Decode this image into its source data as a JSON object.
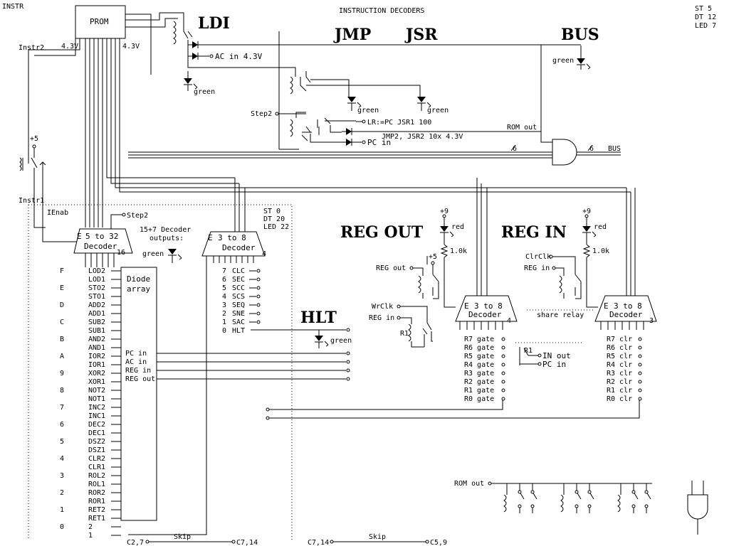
{
  "header": {
    "corner_label": "INSTR",
    "title": "INSTRUCTION DECODERS",
    "counts": [
      "ST   5",
      "DT  12",
      "LED  7"
    ]
  },
  "section_labels": {
    "ldi": "LDI",
    "jmp": "JMP",
    "jsr": "JSR",
    "bus": "BUS",
    "reg_out": "REG OUT",
    "reg_in": "REG IN",
    "hlt": "HLT"
  },
  "prom": {
    "label": "PROM",
    "voltage_left": "4.3V",
    "voltage_right": "4.3V"
  },
  "signals": {
    "instr2": "Instr2",
    "instr1": "Instr1",
    "plus5": "+5",
    "step2": "Step2",
    "ienab": "IEnab",
    "ac_in": "AC in  4.3V",
    "lr_pc": "LR:=PC  JSR1  100",
    "pc_in": "PC in",
    "rom_out": "ROM out",
    "jmp2_jsr2": "JMP2, JSR2  10x  4.3V",
    "bus_width_a": "6",
    "bus_width_b": "6",
    "bus_out": "BUS"
  },
  "leds": {
    "ldi": "green",
    "jmp": "green",
    "jsr": "green",
    "bus": "green",
    "decoder": "green",
    "hlt": "green",
    "reg_out": "red",
    "reg_in": "red"
  },
  "decoder_5to32": {
    "name": "5 to 32",
    "sub": "Decoder",
    "enable": "E",
    "pin": "16",
    "note_line1": "15+7 Decoder",
    "note_line2": "outputs:",
    "diode_array_line1": "Diode",
    "diode_array_line2": "array",
    "outputs": [
      {
        "hex": "F",
        "label": "LOD2"
      },
      {
        "hex": "",
        "label": "LOD1"
      },
      {
        "hex": "E",
        "label": "STO2"
      },
      {
        "hex": "",
        "label": "STO1"
      },
      {
        "hex": "D",
        "label": "ADD2"
      },
      {
        "hex": "",
        "label": "ADD1"
      },
      {
        "hex": "C",
        "label": "SUB2"
      },
      {
        "hex": "",
        "label": "SUB1"
      },
      {
        "hex": "B",
        "label": "AND2"
      },
      {
        "hex": "",
        "label": "AND1"
      },
      {
        "hex": "A",
        "label": "IOR2"
      },
      {
        "hex": "",
        "label": "IOR1"
      },
      {
        "hex": "9",
        "label": "XOR2"
      },
      {
        "hex": "",
        "label": "XOR1"
      },
      {
        "hex": "8",
        "label": "NOT2"
      },
      {
        "hex": "",
        "label": "NOT1"
      },
      {
        "hex": "7",
        "label": "INC2"
      },
      {
        "hex": "",
        "label": "INC1"
      },
      {
        "hex": "6",
        "label": "DEC2"
      },
      {
        "hex": "",
        "label": "DEC1"
      },
      {
        "hex": "5",
        "label": "DSZ2"
      },
      {
        "hex": "",
        "label": "DSZ1"
      },
      {
        "hex": "4",
        "label": "CLR2"
      },
      {
        "hex": "",
        "label": "CLR1"
      },
      {
        "hex": "3",
        "label": "ROL2"
      },
      {
        "hex": "",
        "label": "ROL1"
      },
      {
        "hex": "2",
        "label": "ROR2"
      },
      {
        "hex": "",
        "label": "ROR1"
      },
      {
        "hex": "1",
        "label": "RET2"
      },
      {
        "hex": "",
        "label": "RET1"
      },
      {
        "hex": "0",
        "label": "2"
      },
      {
        "hex": "",
        "label": "1"
      }
    ],
    "array_outputs": [
      "PC in",
      "AC in",
      "REG in",
      "REG out"
    ]
  },
  "decoder_3to8_cond": {
    "name": "3 to 8",
    "sub": "Decoder",
    "enable": "E",
    "pin": "4",
    "counts": [
      "ST   0",
      "DT  20",
      "LED 22"
    ],
    "outputs": [
      {
        "num": "7",
        "label": "CLC"
      },
      {
        "num": "6",
        "label": "SEC"
      },
      {
        "num": "5",
        "label": "SCC"
      },
      {
        "num": "4",
        "label": "SCS"
      },
      {
        "num": "3",
        "label": "SEQ"
      },
      {
        "num": "2",
        "label": "SNE"
      },
      {
        "num": "1",
        "label": "SAC"
      },
      {
        "num": "0",
        "label": "HLT"
      }
    ]
  },
  "reg_out": {
    "supply": "+9",
    "plus5": "+5",
    "resistor": "1.0k",
    "reg_out": "REG out",
    "wrclk": "WrClk",
    "reg_in": "REG in",
    "relay": "R1",
    "decoder": {
      "name": "3 to 8",
      "sub": "Decoder",
      "enable": "E",
      "pin": "4"
    },
    "outputs": [
      "R7 gate",
      "R6 gate",
      "R5 gate",
      "R4 gate",
      "R3 gate",
      "R2 gate",
      "R1 gate",
      "R0 gate"
    ],
    "r1_tap": "R1",
    "in_out": "IN out",
    "pc_in": "PC in"
  },
  "reg_in": {
    "supply": "+9",
    "resistor": "1.0k",
    "clrclk": "ClrClk",
    "reg_in": "REG in",
    "share_relay": "share relay",
    "decoder": {
      "name": "3 to 8",
      "sub": "Decoder",
      "enable": "E",
      "pin": "3"
    },
    "outputs": [
      "R7 clr",
      "R6 clr",
      "R5 clr",
      "R4 clr",
      "R3 clr",
      "R2 clr",
      "R1 clr",
      "R0 clr"
    ]
  },
  "bottom": {
    "skip_left": "Skip",
    "skip_right": "Skip",
    "c27": "C2,7",
    "c714_a": "C7,14",
    "c714_b": "C7,14",
    "c59": "C5,9",
    "rom_out": "ROM out"
  }
}
